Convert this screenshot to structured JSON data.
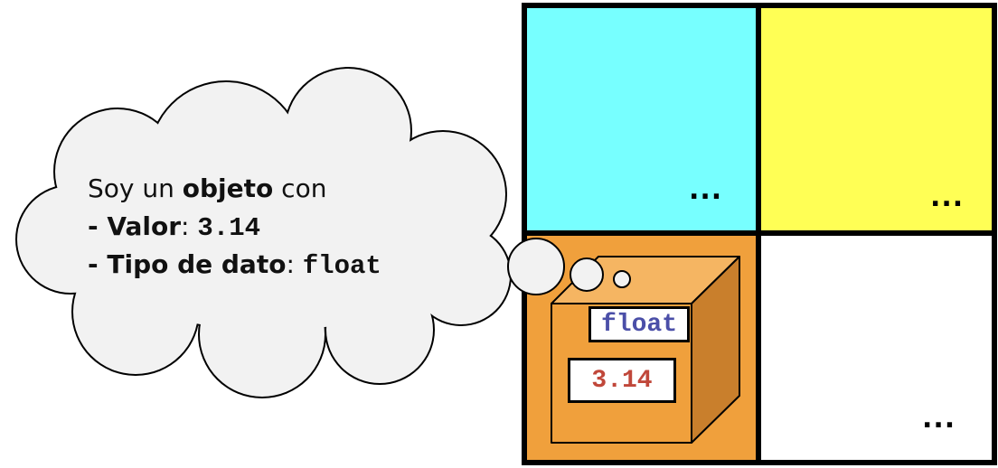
{
  "thought": {
    "line1_prefix": "Soy un ",
    "line1_bold": "objeto",
    "line1_suffix": " con",
    "line2_label": "- Valor",
    "line2_sep": ": ",
    "line2_value": "3.14",
    "line3_label": "- Tipo de dato",
    "line3_sep": ": ",
    "line3_value": "float"
  },
  "grid": {
    "cells": [
      {
        "name": "top-left",
        "color": "#77ffff",
        "text": "..."
      },
      {
        "name": "top-right",
        "color": "#ffff55",
        "text": "..."
      },
      {
        "name": "bottom-left",
        "color": "#f0a03c",
        "text": ""
      },
      {
        "name": "bottom-right",
        "color": "#ffffff",
        "text": "..."
      }
    ]
  },
  "box": {
    "type_label": "float",
    "value_label": "3.14",
    "type_color": "#4b4fa8",
    "value_color": "#c0473a",
    "front_color": "#f0a03c",
    "top_color": "#f5b562",
    "side_color": "#c97f2c"
  },
  "colors": {
    "cloud_fill": "#f2f2f2",
    "outline": "#000000"
  }
}
